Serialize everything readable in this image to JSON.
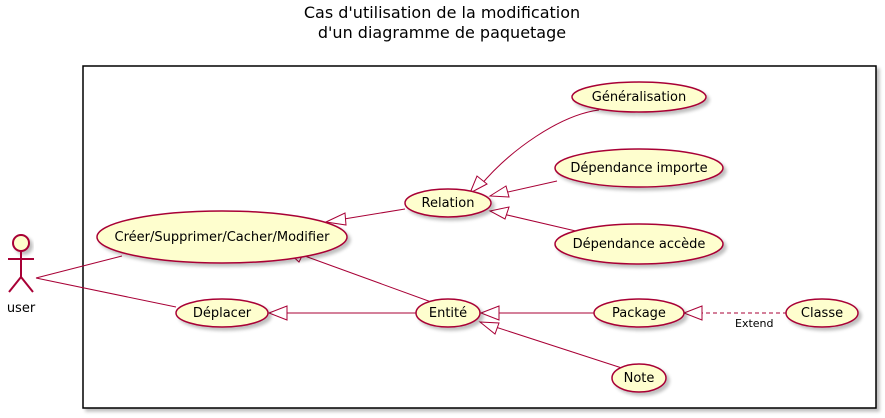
{
  "title": {
    "line1": "Cas d'utilisation de la modification",
    "line2": "d'un diagramme de paquetage"
  },
  "actor": {
    "name": "user"
  },
  "use_cases": {
    "creer": "Créer/Supprimer/Cacher/Modifier",
    "deplacer": "Déplacer",
    "relation": "Relation",
    "entite": "Entité",
    "generalisation": "Généralisation",
    "dep_importe": "Dépendance importe",
    "dep_accede": "Dépendance accède",
    "package": "Package",
    "classe": "Classe",
    "note": "Note"
  },
  "relations": {
    "extend_label": "Extend"
  },
  "colors": {
    "usecase_fill": "#FEFECE",
    "line": "#A80036",
    "boundary": "#000000",
    "shadow": "#C8C8C8"
  }
}
